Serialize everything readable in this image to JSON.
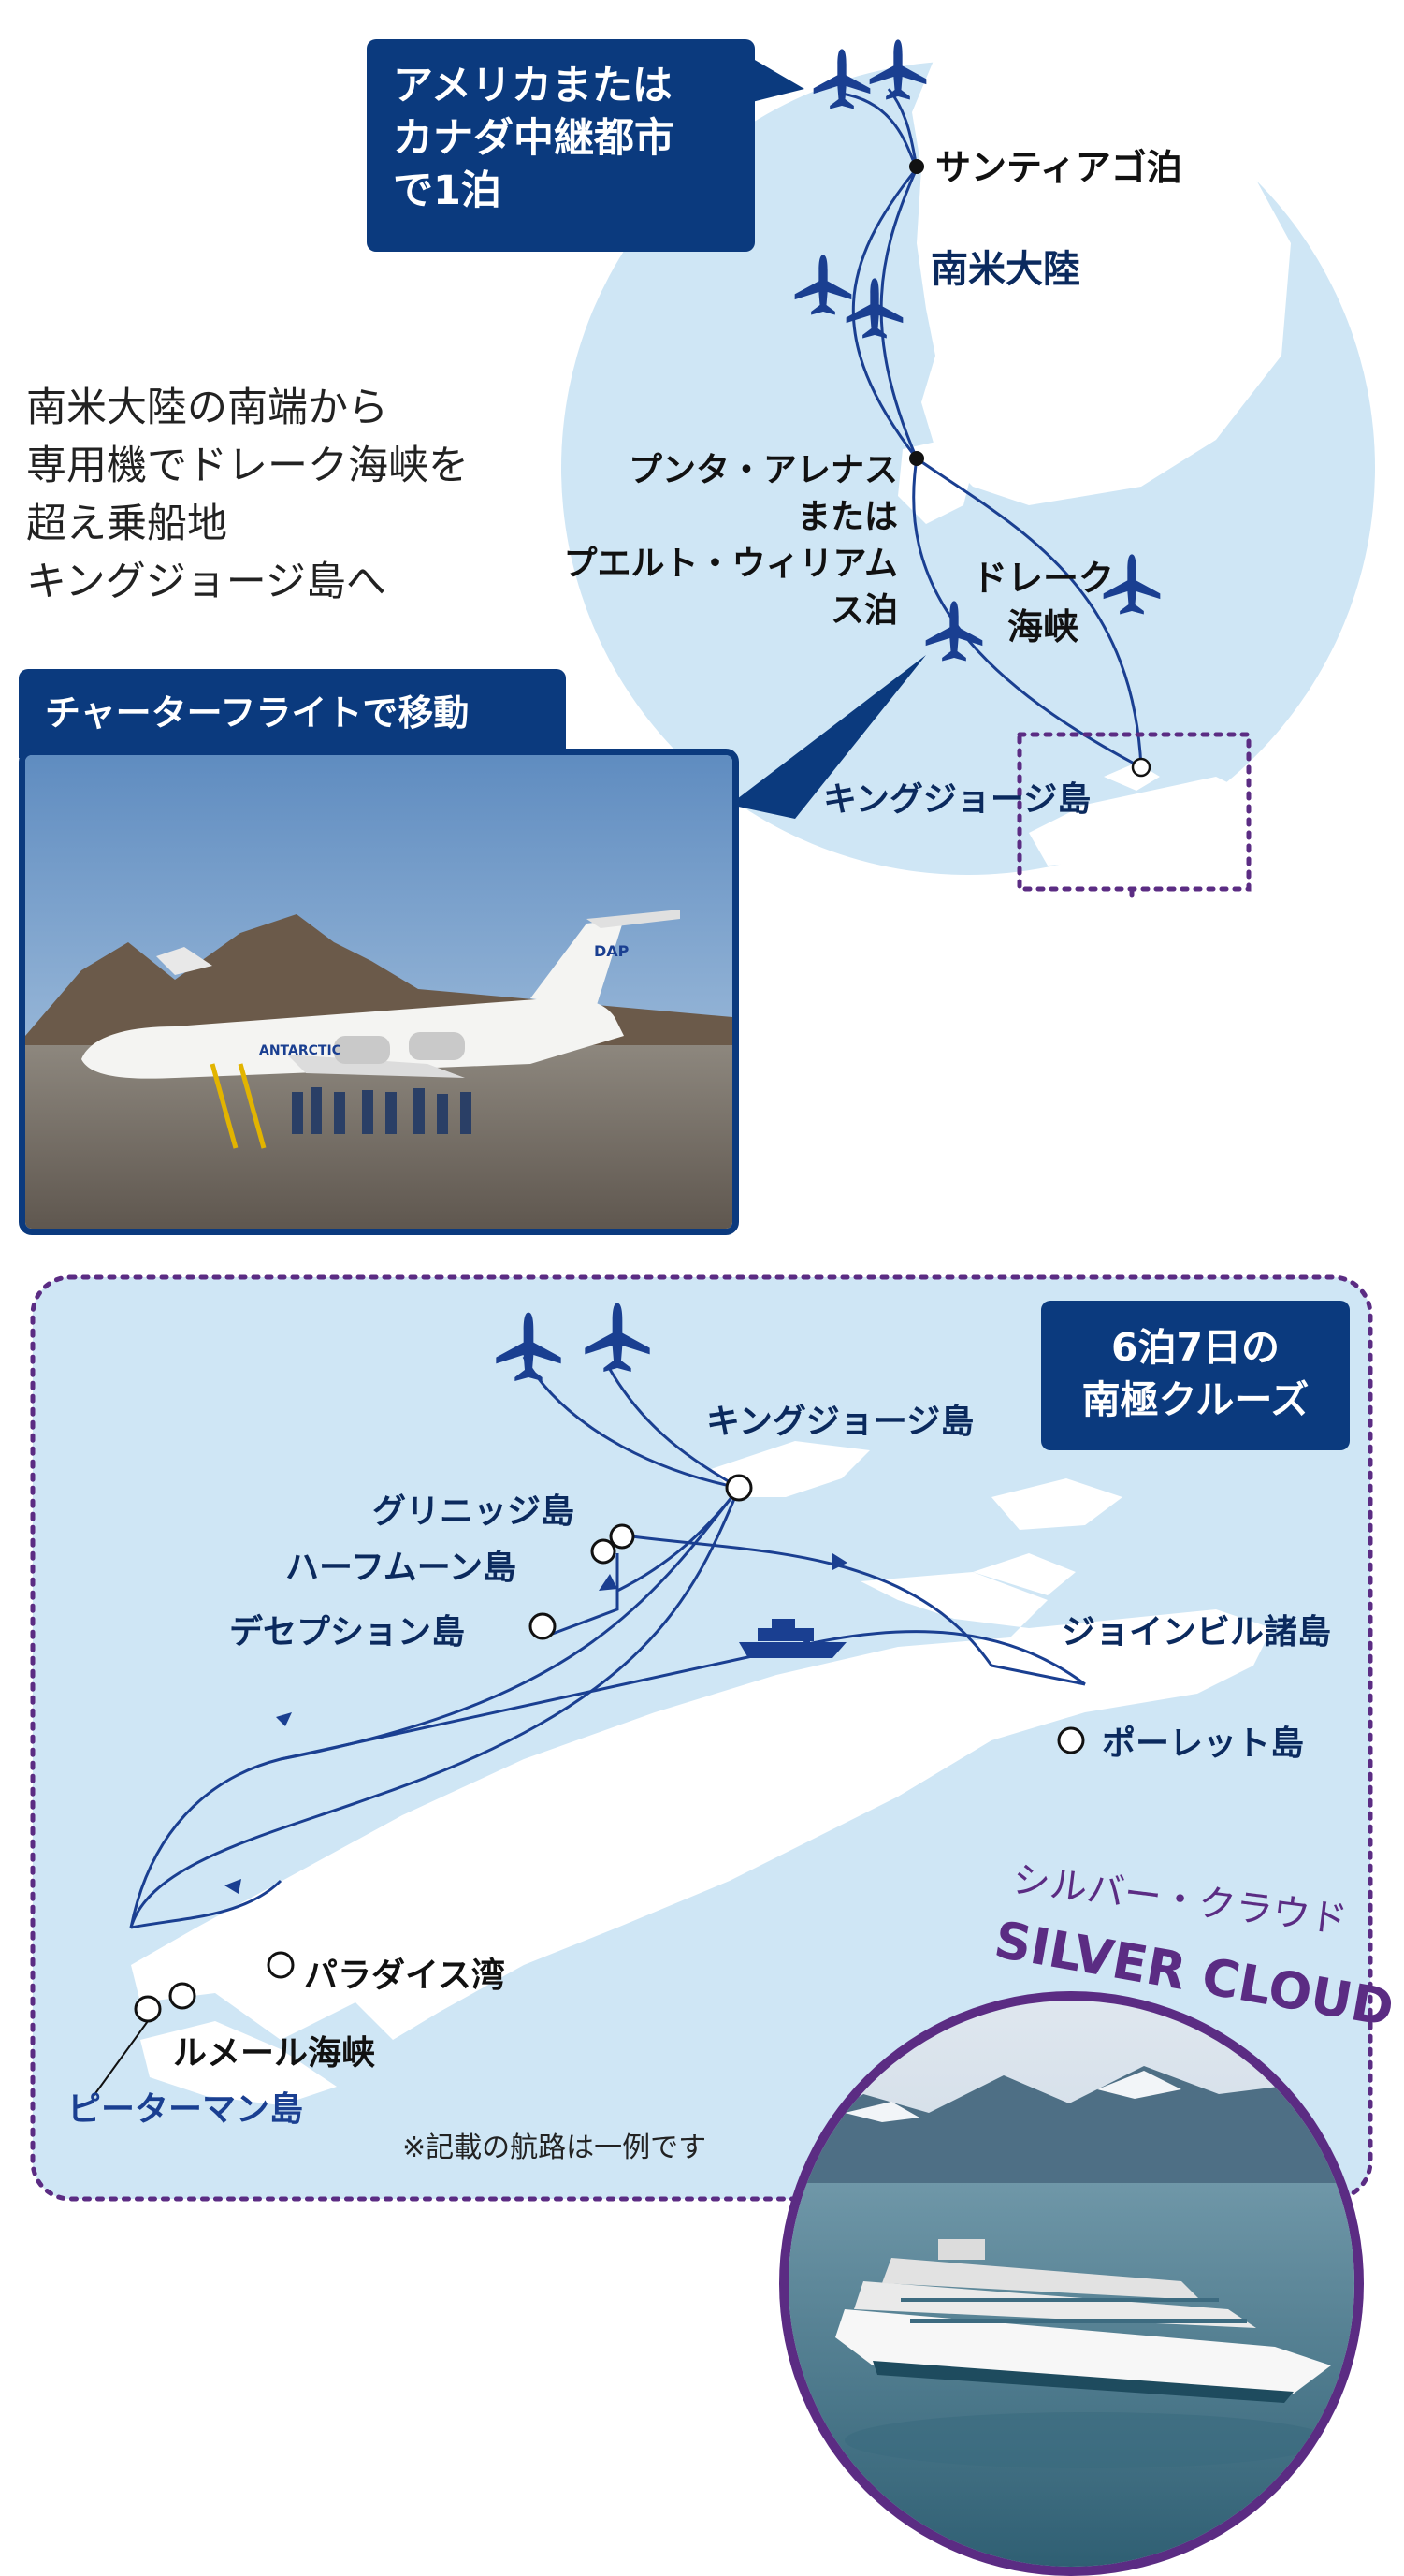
{
  "top_map": {
    "stopover_callout": "アメリカまたは\nカナダ中継都市\nで1泊",
    "santiago": "サンティアゴ泊",
    "south_america": "南米大陸",
    "punta_arenas": "プンタ・アレナス\nまたは\nプエルト・ウィリアムス泊",
    "drake": "ドレーク\n海峡",
    "king_george": "キングジョージ島"
  },
  "intro_text": "南米大陸の南端から\n専用機でドレーク海峡を\n超え乗船地\nキングジョージ島へ",
  "charter": {
    "title": "チャーターフライトで移動",
    "plane_logo": "DAP",
    "plane_side_text": "ANTARCTIC"
  },
  "cruise_map": {
    "callout": "6泊7日の\n南極クルーズ",
    "king_george": "キングジョージ島",
    "greenwich": "グリニッジ島",
    "half_moon": "ハーフムーン島",
    "deception": "デセプション島",
    "joinville": "ジョインビル諸島",
    "paulet": "ポーレット島",
    "paradise": "パラダイス湾",
    "lemaire": "ルメール海峡",
    "petermann": "ピーターマン島",
    "note": "※記載の航路は一例です"
  },
  "ship": {
    "name_jp": "シルバー・クラウド",
    "name_en": "SILVER CLOUD"
  },
  "colors": {
    "ocean": "#cfe6f5",
    "navy": "#0b3a7e",
    "route": "#1a3f91",
    "purple": "#5b2c83",
    "land": "#ffffff"
  }
}
